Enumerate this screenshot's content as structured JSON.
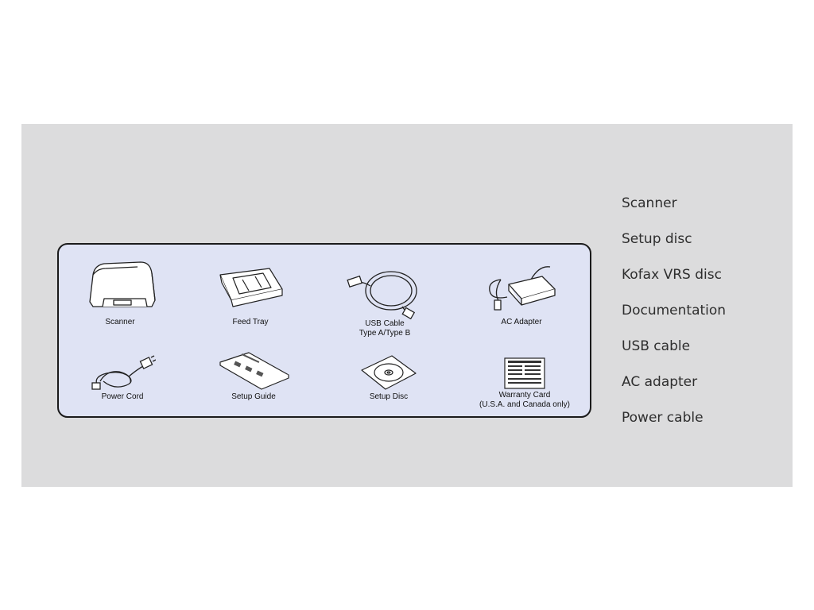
{
  "diagram": {
    "items": [
      {
        "label": "Scanner",
        "icon": "scanner-icon"
      },
      {
        "label": "Feed Tray",
        "icon": "feed-tray-icon"
      },
      {
        "label": "USB Cable\nType A/Type B",
        "icon": "usb-cable-icon"
      },
      {
        "label": "AC Adapter",
        "icon": "ac-adapter-icon"
      },
      {
        "label": "Power Cord",
        "icon": "power-cord-icon"
      },
      {
        "label": "Setup Guide",
        "icon": "setup-guide-icon"
      },
      {
        "label": "Setup Disc",
        "icon": "setup-disc-icon"
      },
      {
        "label": "Warranty Card\n(U.S.A. and Canada only)",
        "icon": "warranty-card-icon"
      }
    ]
  },
  "side_list": {
    "items": [
      "Scanner",
      "Setup disc",
      "Kofax VRS disc",
      "Documentation",
      "USB cable",
      "AC adapter",
      "Power cable"
    ]
  },
  "colors": {
    "panel": "#dcdcdd",
    "box": "#dfe3f4",
    "border": "#1b1b1b",
    "text": "#2e2e2e"
  }
}
